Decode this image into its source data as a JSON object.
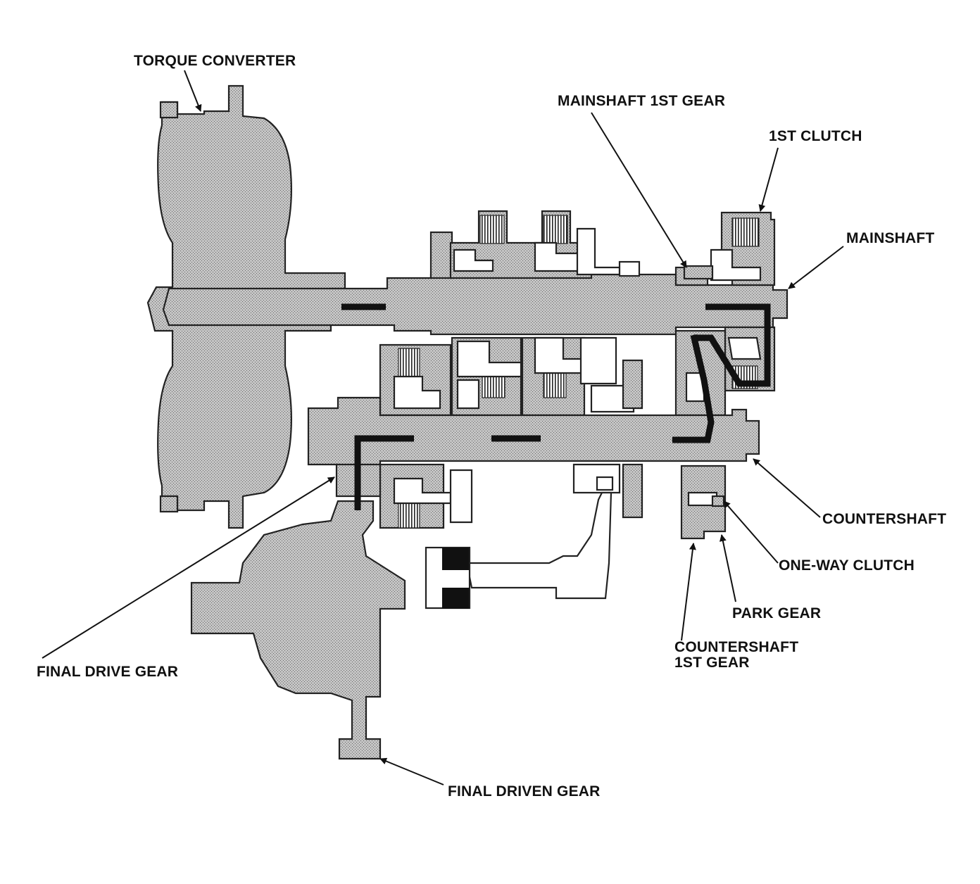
{
  "labels": {
    "torque_converter": "TORQUE CONVERTER",
    "mainshaft_1st_gear": "MAINSHAFT 1ST GEAR",
    "first_clutch": "1ST CLUTCH",
    "mainshaft": "MAINSHAFT",
    "countershaft": "COUNTERSHAFT",
    "one_way_clutch": "ONE-WAY CLUTCH",
    "park_gear": "PARK GEAR",
    "countershaft_1st_gear_line1": "COUNTERSHAFT",
    "countershaft_1st_gear_line2": "1ST GEAR",
    "final_drive_gear": "FINAL DRIVE GEAR",
    "final_driven_gear": "FINAL DRIVEN GEAR"
  },
  "colors": {
    "ink": "#111111",
    "stipple_fill": "#b9b9b9",
    "background": "#ffffff"
  }
}
